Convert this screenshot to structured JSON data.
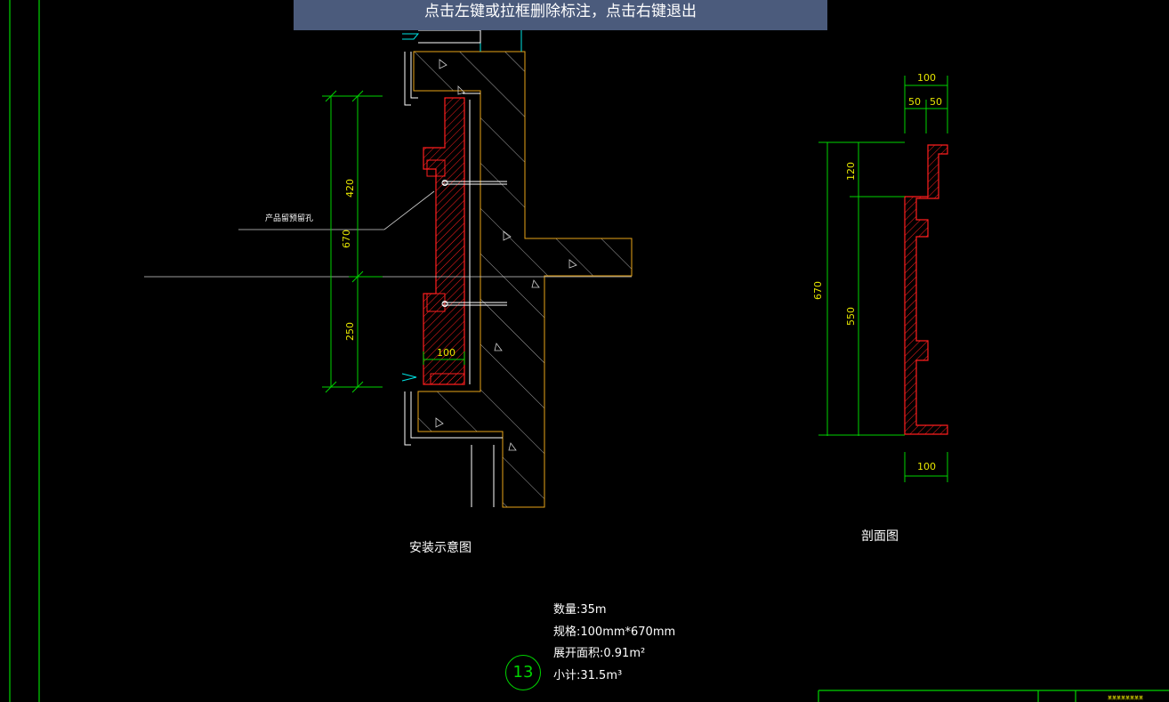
{
  "hint": "点击左键或拉框删除标注，点击右键退出",
  "labels": {
    "install_title": "安装示意图",
    "section_title": "剖面图",
    "leader_note": "产品留预留孔",
    "detail_number": "13",
    "titleblock_text": "某某某某某某某某"
  },
  "info": {
    "quantity": "数量:35m",
    "spec": "规格:100mm*670mm",
    "area": "展开面积:0.91m²",
    "subtotal": "小计:31.5m³"
  },
  "dims": {
    "install_total": "670",
    "install_upper": "420",
    "install_lower": "250",
    "install_width": "100",
    "section_top_width": "100",
    "section_half_left": "50",
    "section_half_right": "50",
    "section_total": "670",
    "section_upper": "120",
    "section_lower": "550",
    "section_bottom_width": "100"
  },
  "colors": {
    "background": "#000000",
    "outline_green": "#00d400",
    "dimension_yellow": "#e6e600",
    "section_red": "#ff1e1e",
    "wall_orange": "#e8a317",
    "hint_bar": "#4b5b7c"
  }
}
